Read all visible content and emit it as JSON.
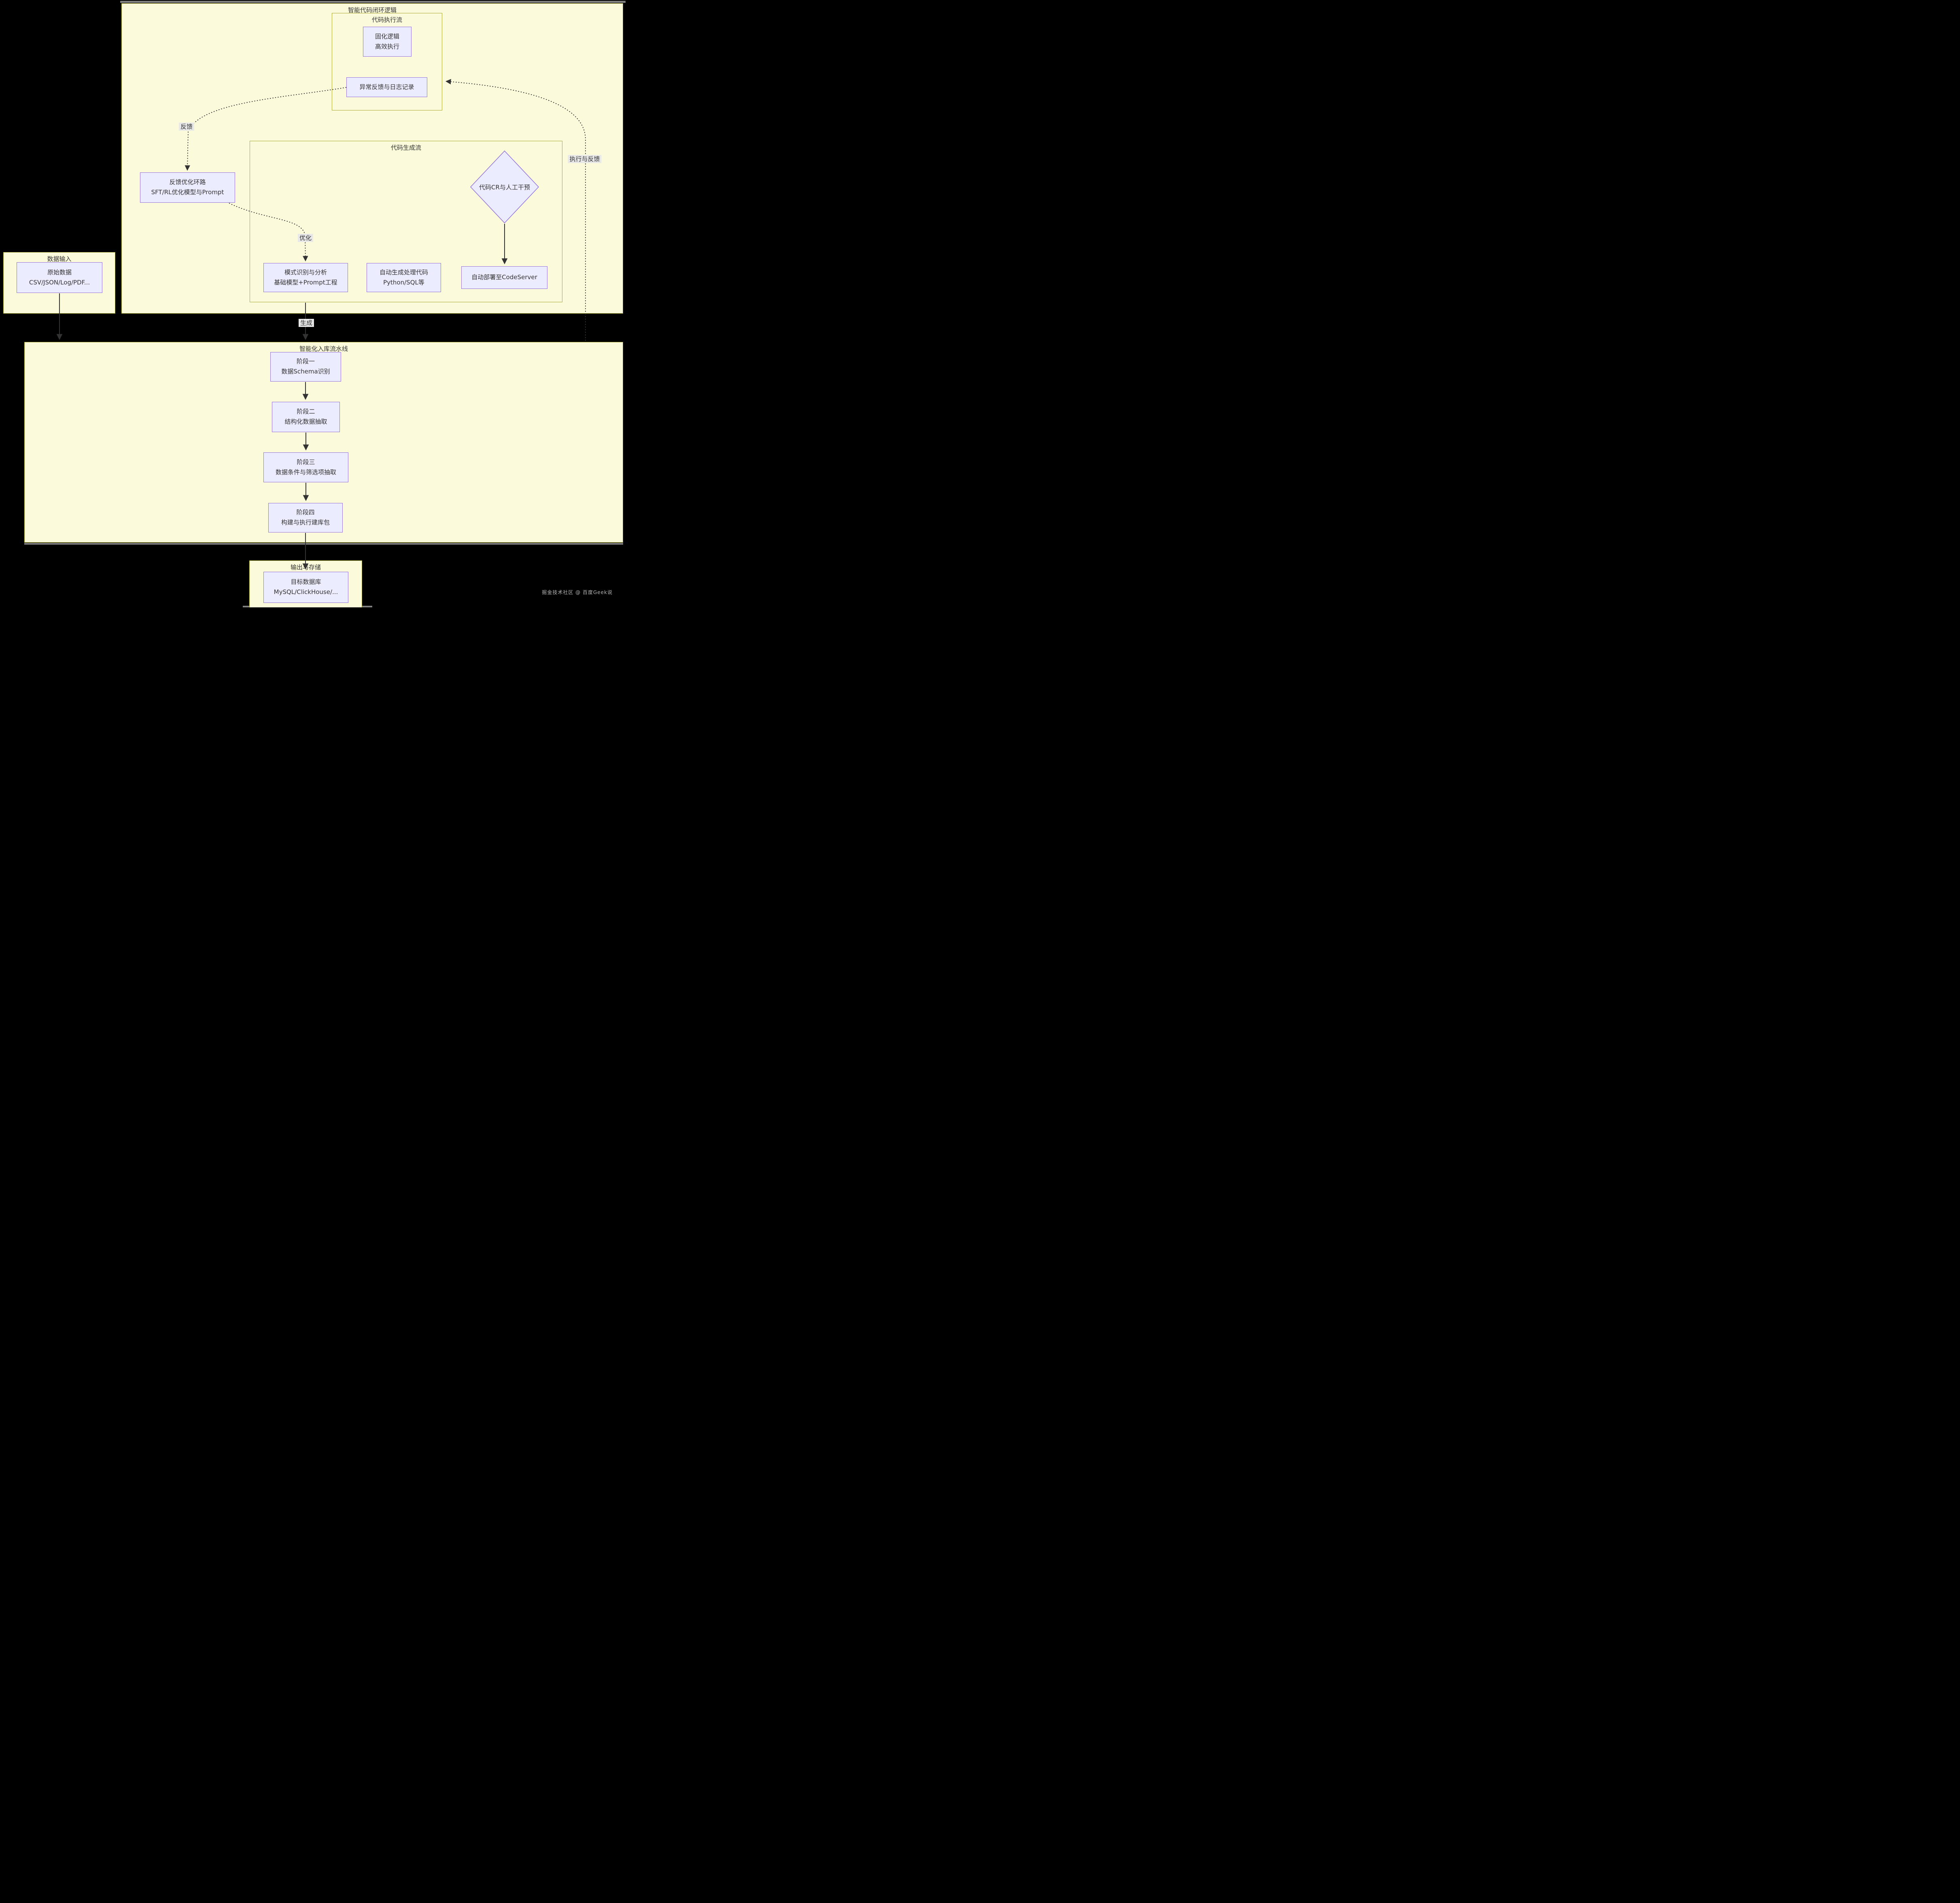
{
  "diagram": {
    "containers": {
      "code_loop": {
        "title": "智能代码闭环逻辑"
      },
      "code_exec": {
        "title": "代码执行流"
      },
      "code_gen": {
        "title": "代码生成流"
      },
      "data_input": {
        "title": "数据输入"
      },
      "pipeline": {
        "title": "智能化入库流水线"
      },
      "output": {
        "title": "输出与存储"
      }
    },
    "nodes": {
      "solid_logic": {
        "line1": "固化逻辑",
        "line2": "高效执行"
      },
      "exception_log": {
        "line1": "异常反馈与日志记录"
      },
      "feedback_loop": {
        "line1": "反馈优化环路",
        "line2": "SFT/RL优化模型与Prompt"
      },
      "code_cr": {
        "line1": "代码CR与人工干预"
      },
      "pattern_recog": {
        "line1": "模式识别与分析",
        "line2": "基础模型+Prompt工程"
      },
      "auto_codegen": {
        "line1": "自动生成处理代码",
        "line2": "Python/SQL等"
      },
      "auto_deploy": {
        "line1": "自动部署至CodeServer"
      },
      "raw_data": {
        "line1": "原始数据",
        "line2": "CSV/JSON/Log/PDF..."
      },
      "stage1": {
        "line1": "阶段一",
        "line2": "数据Schema识别"
      },
      "stage2": {
        "line1": "阶段二",
        "line2": "结构化数据抽取"
      },
      "stage3": {
        "line1": "阶段三",
        "line2": "数据条件与筛选项抽取"
      },
      "stage4": {
        "line1": "阶段四",
        "line2": "构建与执行建库包"
      },
      "target_db": {
        "line1": "目标数据库",
        "line2": "MySQL/ClickHouse/..."
      }
    },
    "edge_labels": {
      "feedback": "反馈",
      "optimize": "优化",
      "exec_feedback": "执行与反馈",
      "generate": "生成"
    },
    "colors": {
      "background": "#000000",
      "container_fill": "#FBFBDC",
      "container_border": "#A8A832",
      "node_fill": "#ECECFF",
      "node_border": "#9370DB",
      "edge": "#333333",
      "label_bg": "#E8E8E8",
      "text": "#333333",
      "watermark_text": "#B5B5B5"
    },
    "watermark": "掘金技术社区 @ 百度Geek说"
  }
}
